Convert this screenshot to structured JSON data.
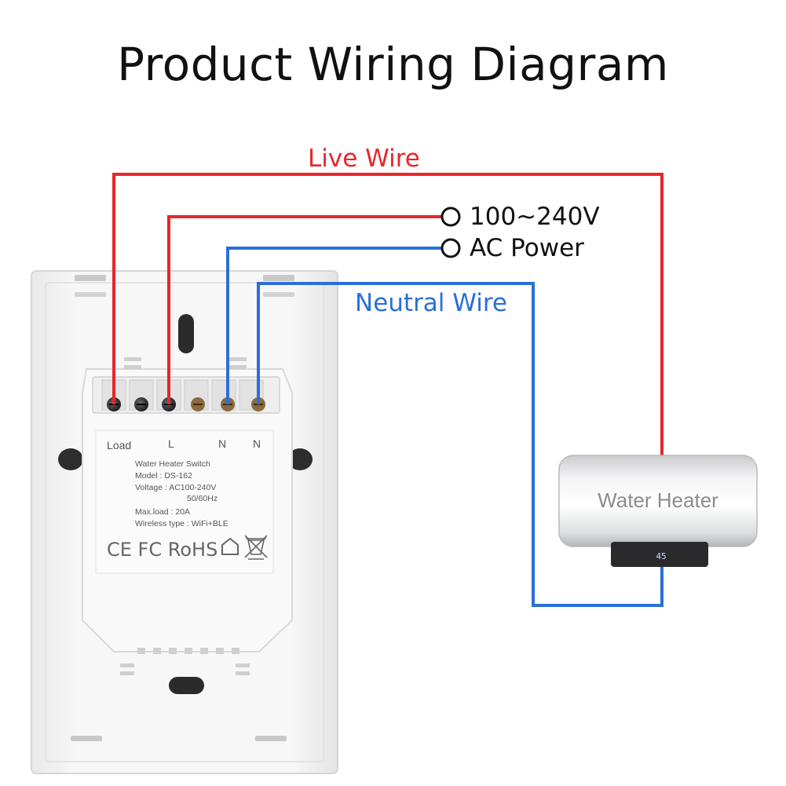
{
  "title": "Product Wiring Diagram",
  "wires": {
    "live_label": "Live Wire",
    "neutral_label": "Neutral Wire",
    "live_color": "#e8262b",
    "neutral_color": "#2a6fd8"
  },
  "power_source": {
    "line1": "100~240V",
    "line2": "AC Power"
  },
  "switch": {
    "terminals": [
      "Load",
      "L",
      "N",
      "N"
    ],
    "spec_lines": [
      "Water Heater Switch",
      "Model : DS-162",
      "Voltage : AC100-240V",
      "50/60Hz",
      "Max.load : 20A",
      "Wireless type : WiFi+BLE"
    ],
    "cert_marks": "CE FC RoHS"
  },
  "heater": {
    "label": "Water Heater",
    "display": "45"
  }
}
